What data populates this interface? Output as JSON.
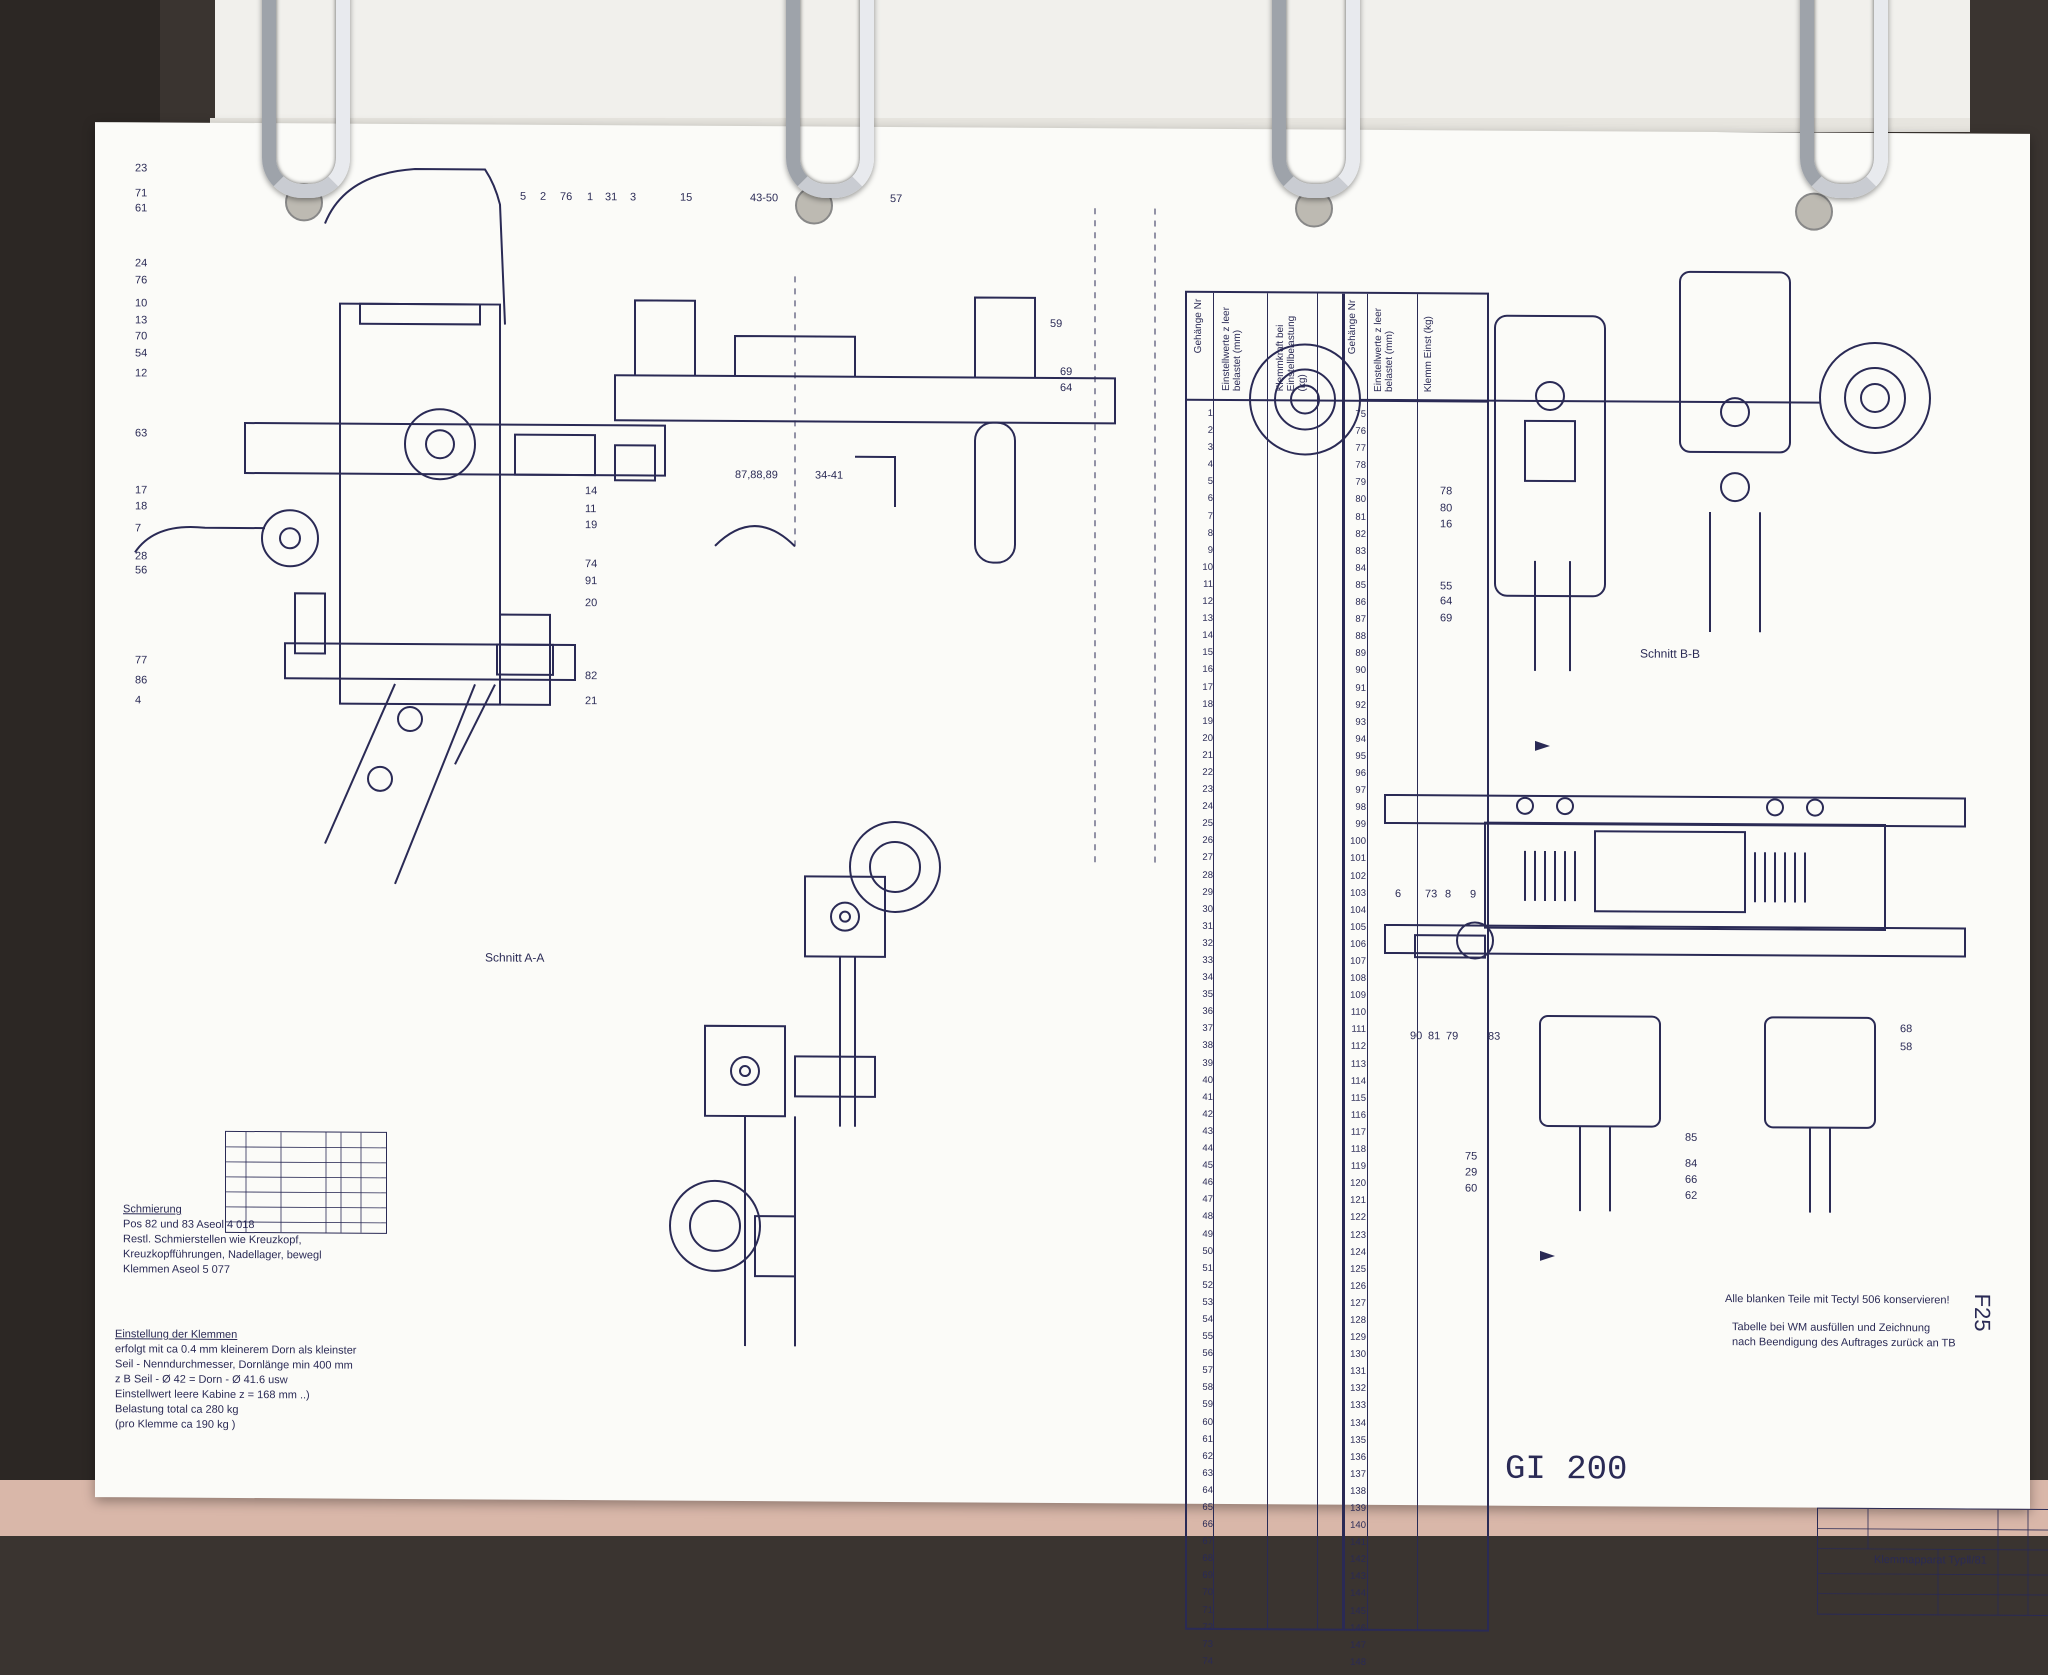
{
  "drawing": {
    "title": "Klemmapparat TypⅡ/81",
    "sheet_code": "F25",
    "doc_number": "GI 200",
    "section_labels": [
      "Schnitt A-A",
      "Schnitt B-B"
    ],
    "left_callouts": [
      "23",
      "71",
      "61",
      "24",
      "76",
      "10",
      "13",
      "70",
      "54",
      "12",
      "63",
      "17",
      "18",
      "7",
      "28",
      "56",
      "77",
      "86",
      "4"
    ],
    "top_callouts": [
      "5",
      "2",
      "76",
      "1",
      "31",
      "3",
      "15",
      "43-50",
      "57"
    ],
    "mid_callouts": [
      "14",
      "11",
      "19",
      "74",
      "91",
      "20",
      "82",
      "21",
      "87,88,89",
      "34-41",
      "59",
      "69",
      "64"
    ],
    "right_callouts": [
      "78",
      "80",
      "16",
      "55",
      "64",
      "69",
      "6",
      "73",
      "8",
      "9",
      "90",
      "81",
      "79",
      "83",
      "75",
      "29",
      "60",
      "85",
      "84",
      "66",
      "62",
      "68",
      "58"
    ],
    "notes": {
      "lubrication_heading": "Schmierung",
      "lubrication_lines": [
        "Pos  82 und 83   Aseol  4 018",
        "Restl. Schmierstellen  wie Kreuzkopf,",
        "Kreuzkopfführungen, Nadellager, bewegl",
        "Klemmen  Aseol  5 077"
      ],
      "clamp_heading": "Einstellung  der  Klemmen",
      "clamp_lines": [
        "erfolgt mit ca  0.4 mm  kleinerem Dorn als kleinster",
        "Seil - Nenndurchmesser, Dornlänge min 400 mm",
        "z B  Seil - Ø 42 = Dorn - Ø  41.6    usw",
        "Einstellwert leere Kabine   z = 168 mm ..)",
        "Belastung  total  ca 280  kg",
        "(pro  Klemme  ca  190   kg )"
      ],
      "conservation_line": "Alle blanken Teile mit  Tectyl  506 konservieren!",
      "table_note_lines": [
        "Tabelle  bei WM ausfüllen  und  Zeichnung",
        "nach Beendigung  des  Auftrages  zurück an  TB"
      ]
    },
    "calibration_table": {
      "headers": [
        "Gehänge Nr",
        "Einstellwerte z leer belastet (mm)",
        "Klemmkraft bei Einstellbelastung (kg)",
        "Gehänge Nr",
        "Einstellwerte z leer belastet (mm)",
        "Klemm Einst (kg)"
      ],
      "left_rows": "1-74",
      "right_rows": "75-148"
    }
  }
}
